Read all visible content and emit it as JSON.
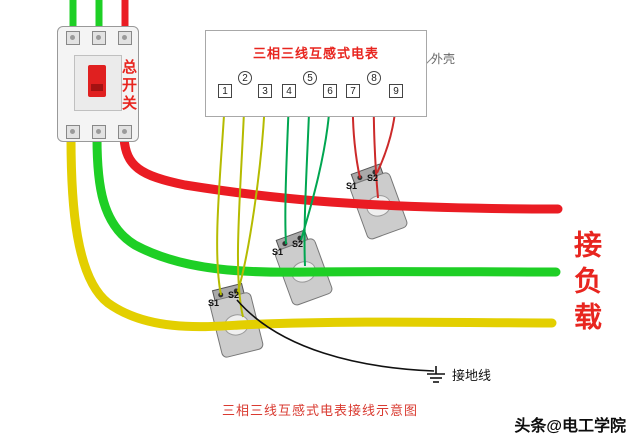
{
  "breaker": {
    "label": "总开关"
  },
  "meter": {
    "title": "三相三线互感式电表",
    "enclosure_label": "外壳",
    "terminals": [
      {
        "label": "1",
        "shape": "square"
      },
      {
        "label": "2",
        "shape": "circle"
      },
      {
        "label": "3",
        "shape": "square"
      },
      {
        "label": "4",
        "shape": "square"
      },
      {
        "label": "5",
        "shape": "circle"
      },
      {
        "label": "6",
        "shape": "square"
      },
      {
        "label": "7",
        "shape": "square"
      },
      {
        "label": "8",
        "shape": "circle"
      },
      {
        "label": "9",
        "shape": "square"
      }
    ]
  },
  "cts": [
    {
      "s1": "S1",
      "s2": "S2"
    },
    {
      "s1": "S1",
      "s2": "S2"
    },
    {
      "s1": "S1",
      "s2": "S2"
    }
  ],
  "load_label": "接负载",
  "ground_label": "接地线",
  "caption": "三相三线互感式电表接线示意图",
  "watermark": "头条@电工学院",
  "colors": {
    "phase_red": "#ea1c23",
    "phase_green": "#1ecf25",
    "phase_yellow": "#e3cf00",
    "thin_red": "#cc2a2a",
    "thin_green": "#00a651",
    "thin_yellow": "#b5bb00",
    "ground_wire": "#111111",
    "title_red": "#e8251f"
  }
}
